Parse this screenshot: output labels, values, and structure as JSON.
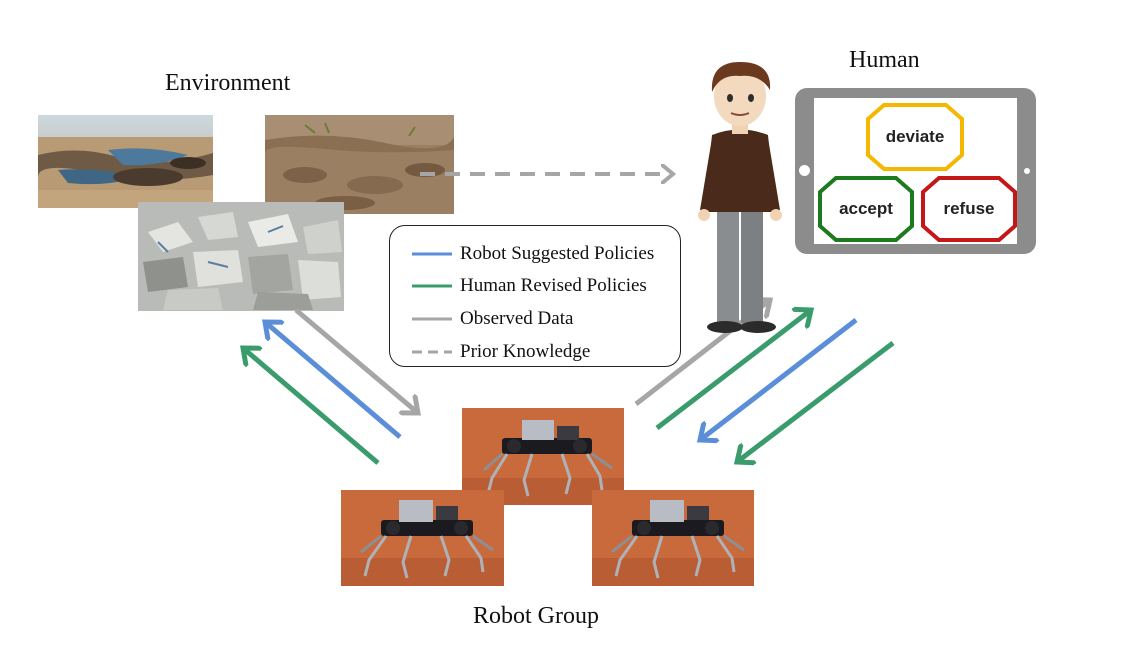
{
  "titles": {
    "environment": "Environment",
    "human": "Human",
    "robot_group": "Robot Group"
  },
  "legend": {
    "items": [
      {
        "label": "Robot Suggested Policies",
        "color": "#5b8ed8",
        "style": "solid"
      },
      {
        "label": "Human Revised Policies",
        "color": "#3a9c6c",
        "style": "solid"
      },
      {
        "label": "Observed Data",
        "color": "#a6a6a6",
        "style": "solid"
      },
      {
        "label": "Prior Knowledge",
        "color": "#a6a6a6",
        "style": "dashed"
      }
    ]
  },
  "tablet": {
    "buttons": {
      "deviate": {
        "label": "deviate",
        "color": "#f5b800"
      },
      "accept": {
        "label": "accept",
        "color": "#1e7a1e"
      },
      "refuse": {
        "label": "refuse",
        "color": "#c41818"
      }
    }
  },
  "colors": {
    "robot_arrow": "#5b8ed8",
    "human_arrow": "#3a9c6c",
    "observed_arrow": "#a6a6a6",
    "prior_arrow": "#a6a6a6"
  },
  "icons": {
    "environment_photos": [
      "beach-photo",
      "mud-photo",
      "rubble-photo"
    ],
    "robot_photos": [
      "hexapod-robot-photo",
      "hexapod-robot-photo",
      "hexapod-robot-photo"
    ],
    "human": "human-figure-icon"
  }
}
